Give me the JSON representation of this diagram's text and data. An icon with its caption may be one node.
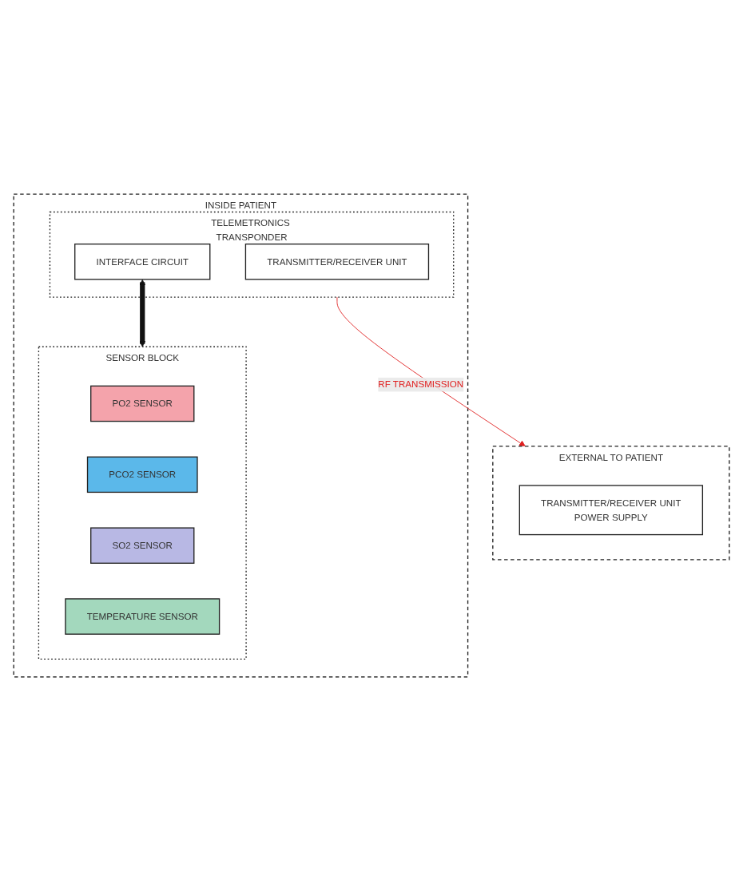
{
  "diagram": {
    "nodes": [
      {
        "text": [
          "EXTERNAL TO PATIENT"
        ]
      },
      {
        "text": [
          "TRANSMITTER/RECEIVER UNIT",
          "POWER SUPPLY"
        ],
        "in": 0
      },
      {
        "text": [
          "INSIDE PATIENT"
        ]
      },
      {
        "text": [
          "TELEMETRONICS TRANSPONDER"
        ],
        "in": 2
      },
      {
        "text": [
          "TRANSMITTER/RECEIVER UNIT"
        ],
        "in": 3
      },
      {
        "text": [
          "INTERFACE CIRCUIT"
        ],
        "in": 3
      },
      {
        "text": [
          "SENSOR BLOCK"
        ],
        "in": 2
      },
      {
        "text": [
          "PO2 SENSOR"
        ],
        "in": 6
      },
      {
        "text": [
          "PCO2 SENSOR"
        ],
        "in": 6
      },
      {
        "text": [
          "SO2 SENSOR"
        ],
        "in": 6
      },
      {
        "text": [
          "TEMPERATURE SENSOR"
        ],
        "in": 6
      }
    ],
    "edges": [
      {
        "from": 3,
        "to": 0,
        "arrow": "to",
        "label": "RF TRANSMISSION",
        "color": "#e02020"
      },
      {
        "from": 5,
        "to": 6,
        "arrow": "both",
        "style": "thick",
        "color": "#111111"
      }
    ]
  }
}
